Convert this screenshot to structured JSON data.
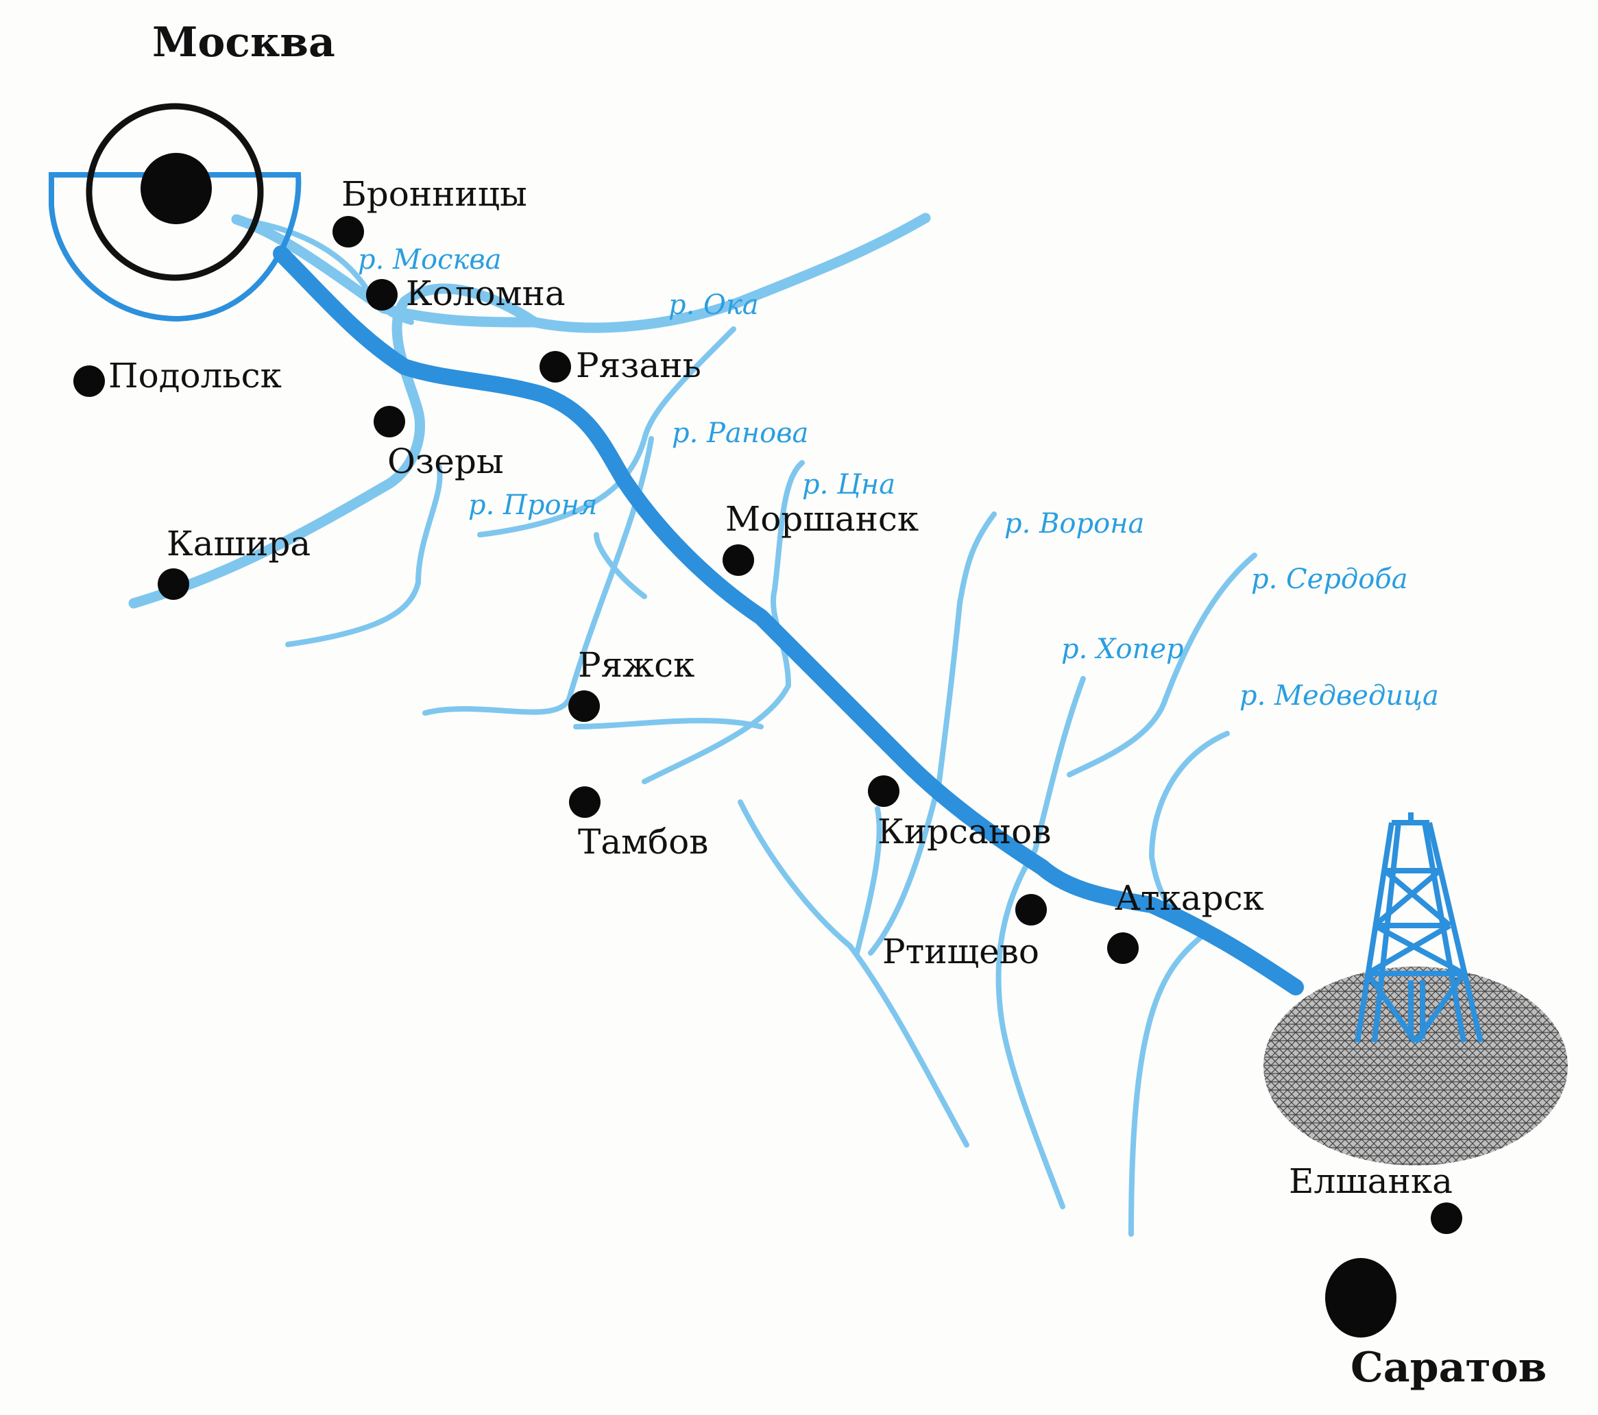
{
  "map": {
    "colors": {
      "pipeline": "#2c90dc",
      "river": "#7ec6ee",
      "river_label": "#2a9ee0",
      "city": "#0a0a0a"
    },
    "capitals": {
      "moskva": "Москва",
      "saratov": "Саратов"
    },
    "cities": {
      "bronnitsy": "Бронницы",
      "kolomna": "Коломна",
      "podolsk": "Подольск",
      "ryazan": "Рязань",
      "ozery": "Озеры",
      "kashira": "Кашира",
      "morshansk": "Моршанск",
      "ryazhsk": "Ряжск",
      "tambov": "Тамбов",
      "kirsanov": "Кирсанов",
      "rtishchevo": "Ртищево",
      "atkarsk": "Аткарск",
      "elshanka": "Елшанка"
    },
    "rivers": {
      "moskva": "р. Москва",
      "oka": "р. Ока",
      "ranova": "р. Ранова",
      "pronya": "р. Проня",
      "tsna": "р. Цна",
      "vorona": "р. Ворона",
      "serdoba": "р. Сердоба",
      "khoper": "р. Хопер",
      "medveditsa": "р. Медведица"
    },
    "icons": {
      "gas_field": "hatched-oval",
      "derrick": "gas-derrick-icon",
      "ring_road": "moscow-ring-icon"
    }
  }
}
